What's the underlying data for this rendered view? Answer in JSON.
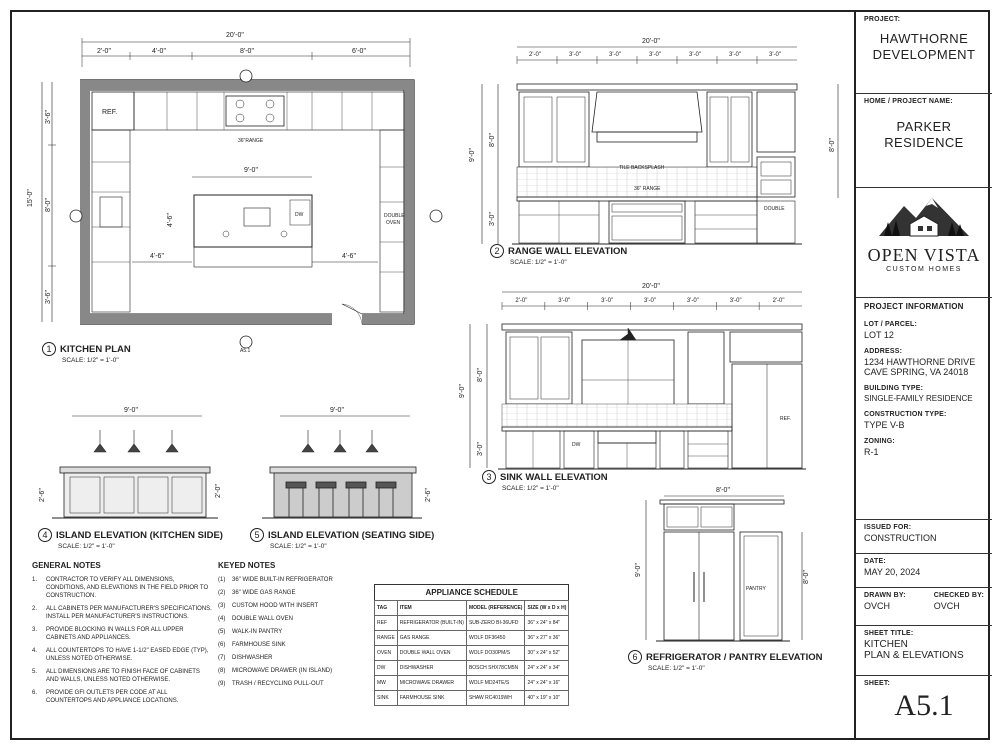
{
  "title_block": {
    "project_label": "PROJECT:",
    "project_name": "HAWTHORNE\nDEVELOPMENT",
    "home_label": "HOME / PROJECT NAME:",
    "home_name": "PARKER\nRESIDENCE",
    "logo_text": "OPEN VISTA",
    "logo_sub": "CUSTOM HOMES",
    "info_heading": "PROJECT INFORMATION",
    "lot_label": "LOT / PARCEL:",
    "lot_value": "LOT 12",
    "address_label": "ADDRESS:",
    "address_line1": "1234 HAWTHORNE DRIVE",
    "address_line2": "CAVE SPRING, VA 24018",
    "building_label": "BUILDING TYPE:",
    "building_value": "SINGLE-FAMILY RESIDENCE",
    "construction_label": "CONSTRUCTION TYPE:",
    "construction_value": "TYPE V-B",
    "zoning_label": "ZONING:",
    "zoning_value": "R-1",
    "issued_label": "ISSUED FOR:",
    "issued_value": "CONSTRUCTION",
    "date_label": "DATE:",
    "date_value": "MAY 20, 2024",
    "drawn_label": "DRAWN BY:",
    "drawn_value": "OVCH",
    "checked_label": "CHECKED BY:",
    "checked_value": "OVCH",
    "sheet_title_label": "SHEET TITLE:",
    "sheet_title_line1": "KITCHEN",
    "sheet_title_line2": "PLAN & ELEVATIONS",
    "sheet_label": "SHEET:",
    "sheet_number": "A5.1"
  },
  "views": [
    {
      "num": "1",
      "title": "KITCHEN PLAN",
      "scale": "SCALE: 1/2\" = 1'-0\""
    },
    {
      "num": "2",
      "title": "RANGE WALL ELEVATION",
      "scale": "SCALE: 1/2\" = 1'-0\""
    },
    {
      "num": "3",
      "title": "SINK WALL ELEVATION",
      "scale": "SCALE: 1/2\" = 1'-0\""
    },
    {
      "num": "4",
      "title": "ISLAND ELEVATION (KITCHEN SIDE)",
      "scale": "SCALE: 1/2\" = 1'-0\""
    },
    {
      "num": "5",
      "title": "ISLAND ELEVATION (SEATING SIDE)",
      "scale": "SCALE: 1/2\" = 1'-0\""
    },
    {
      "num": "6",
      "title": "REFRIGERATOR / PANTRY ELEVATION",
      "scale": "SCALE: 1/2\" = 1'-0\""
    }
  ],
  "plan": {
    "overall_width": "20'-0\"",
    "top_dims": [
      "2'-0\"",
      "4'-0\"",
      "8'-0\"",
      "6'-0\""
    ],
    "overall_depth": "15'-0\"",
    "left_dims": [
      "3'-6\"",
      "8'-0\"",
      "3'-6\""
    ],
    "island_width": "9'-0\"",
    "island_depth": "4'-6\"",
    "aisle_left": "4'-6\"",
    "aisle_right": "4'-6\"",
    "ref_label": "REF.",
    "range_label": "36\"RANGE",
    "dw_label": "DW",
    "oven_label": "DOUBLE\nOVEN",
    "section_ref": "A5.1"
  },
  "range_wall": {
    "overall": "20'-0\"",
    "dims": [
      "2'-0\"",
      "3'-0\"",
      "3'-0\"",
      "3'-0\"",
      "3'-0\"",
      "3'-0\"",
      "3'-0\""
    ],
    "height_total": "9'-0\"",
    "height_upper": "8'-0\"",
    "height_base": "3'-0\"",
    "height_right": "8'-0\"",
    "tile_label": "TILE BACKSPLASH",
    "range_label": "36\" RANGE",
    "oven_label": "DOUBLE"
  },
  "sink_wall": {
    "overall": "20'-0\"",
    "dims": [
      "2'-0\"",
      "3'-0\"",
      "3'-0\"",
      "3'-0\"",
      "3'-0\"",
      "3'-0\"",
      "2'-0\""
    ],
    "height_total": "9'-0\"",
    "height_upper": "8'-0\"",
    "height_base": "3'-0\"",
    "dw_label": "DW",
    "ref_label": "REF."
  },
  "island_kitchen": {
    "width": "9'-0\"",
    "height_left": "2'-6\"",
    "height_right": "2'-0\""
  },
  "island_seating": {
    "width": "9'-0\"",
    "height_right": "2'-6\""
  },
  "fridge_pantry": {
    "width": "8'-0\"",
    "height_left": "9'-0\"",
    "height_right": "8'-0\"",
    "pantry_label": "PANTRY"
  },
  "general_notes": {
    "heading": "GENERAL NOTES",
    "items": [
      {
        "n": "1.",
        "text": "CONTRACTOR TO VERIFY ALL DIMENSIONS, CONDITIONS, AND ELEVATIONS IN THE FIELD PRIOR TO CONSTRUCTION."
      },
      {
        "n": "2.",
        "text": "ALL CABINETS PER MANUFACTURER'S SPECIFICATIONS. INSTALL PER MANUFACTURER'S INSTRUCTIONS."
      },
      {
        "n": "3.",
        "text": "PROVIDE BLOCKING IN WALLS FOR ALL UPPER CABINETS AND APPLIANCES."
      },
      {
        "n": "4.",
        "text": "ALL COUNTERTOPS TO HAVE 1-1/2\" EASED EDGE (TYP), UNLESS NOTED OTHERWISE."
      },
      {
        "n": "5.",
        "text": "ALL DIMENSIONS ARE TO FINISH FACE OF CABINETS AND WALLS, UNLESS NOTED OTHERWISE."
      },
      {
        "n": "6.",
        "text": "PROVIDE GFI OUTLETS PER CODE AT ALL COUNTERTOPS AND APPLIANCE LOCATIONS."
      }
    ]
  },
  "keyed_notes": {
    "heading": "KEYED NOTES",
    "items": [
      {
        "n": "1",
        "text": "36\" WIDE BUILT-IN REFRIGERATOR"
      },
      {
        "n": "2",
        "text": "36\" WIDE GAS RANGE"
      },
      {
        "n": "3",
        "text": "CUSTOM HOOD WITH INSERT"
      },
      {
        "n": "4",
        "text": "DOUBLE WALL OVEN"
      },
      {
        "n": "5",
        "text": "WALK-IN PANTRY"
      },
      {
        "n": "6",
        "text": "FARMHOUSE SINK"
      },
      {
        "n": "7",
        "text": "DISHWASHER"
      },
      {
        "n": "8",
        "text": "MICROWAVE DRAWER (IN ISLAND)"
      },
      {
        "n": "9",
        "text": "TRASH / RECYCLING PULL-OUT"
      }
    ]
  },
  "appliance_schedule": {
    "heading": "APPLIANCE SCHEDULE",
    "columns": [
      "TAG",
      "ITEM",
      "MODEL (REFERENCE)",
      "SIZE (W x D x H)"
    ],
    "rows": [
      [
        "REF",
        "REFRIGERATOR (BUILT-IN)",
        "SUB-ZERO BI-36UFD",
        "36\" x 24\" x 84\""
      ],
      [
        "RANGE",
        "GAS RANGE",
        "WOLF DF36450",
        "36\" x 27\" x 36\""
      ],
      [
        "OVEN",
        "DOUBLE WALL OVEN",
        "WOLF DO30PM/S",
        "30\" x 24\" x 52\""
      ],
      [
        "DW",
        "DISHWASHER",
        "BOSCH SHX78CM5N",
        "24\" x 24\" x 34\""
      ],
      [
        "MW",
        "MICROWAVE DRAWER",
        "WOLF MD24TE/S",
        "24\" x 24\" x 16\""
      ],
      [
        "SINK",
        "FARMHOUSE SINK",
        "SHAW RC4019WH",
        "40\" x 19\" x 10\""
      ]
    ]
  }
}
